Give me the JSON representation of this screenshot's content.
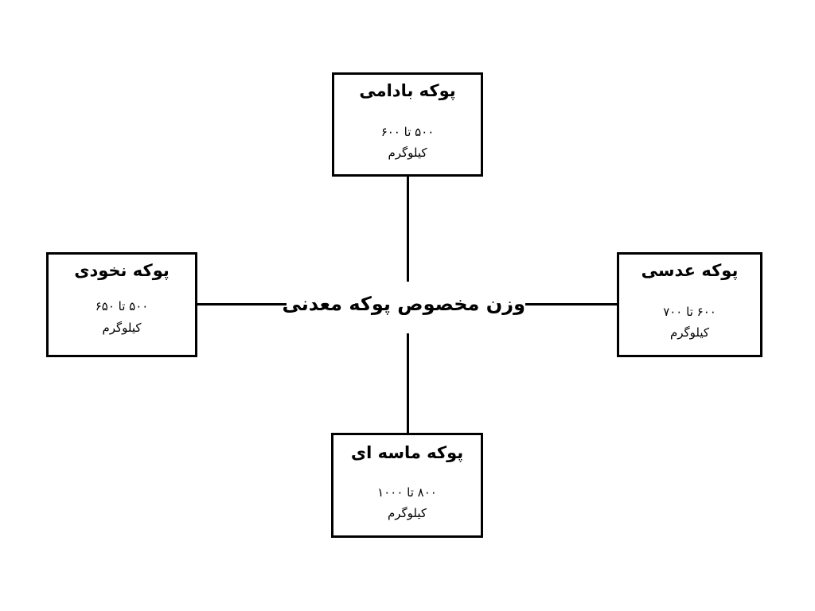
{
  "center_label": "وزن مخصوص پوکه معدنی",
  "boxes": {
    "top": {
      "title": "پوکه بادامی",
      "range": "۵۰۰ تا ۶۰۰",
      "unit": "کیلوگرم"
    },
    "left": {
      "title": "پوکه نخودی",
      "range": "۵۰۰ تا ۶۵۰",
      "unit": "کیلوگرم"
    },
    "right": {
      "title": "پوکه عدسی",
      "range": "۶۰۰ تا ۷۰۰",
      "unit": "کیلوگرم"
    },
    "bottom": {
      "title": "پوکه ماسه ای",
      "range": "۸۰۰ تا ۱۰۰۰",
      "unit": "کیلوگرم"
    }
  }
}
